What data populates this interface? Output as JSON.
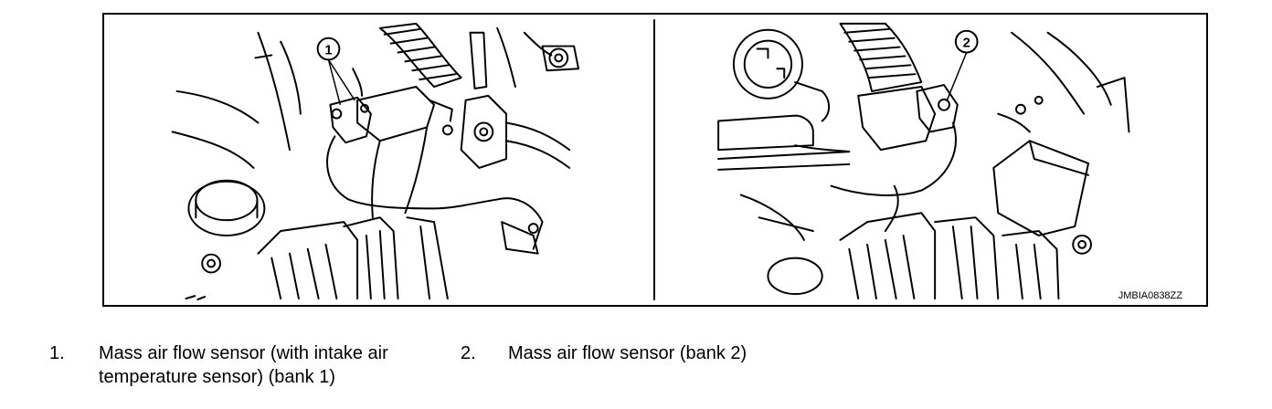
{
  "figure": {
    "id_label": "JMBIA0838ZZ",
    "callouts": [
      {
        "number": "1"
      },
      {
        "number": "2"
      }
    ]
  },
  "legend": [
    {
      "number": "1.",
      "text_line1": "Mass air flow sensor (with intake air",
      "text_line2": "temperature sensor) (bank 1)"
    },
    {
      "number": "2.",
      "text_line1": "Mass air flow sensor (bank 2)",
      "text_line2": ""
    }
  ],
  "colors": {
    "line": "#000000",
    "background": "#ffffff"
  }
}
